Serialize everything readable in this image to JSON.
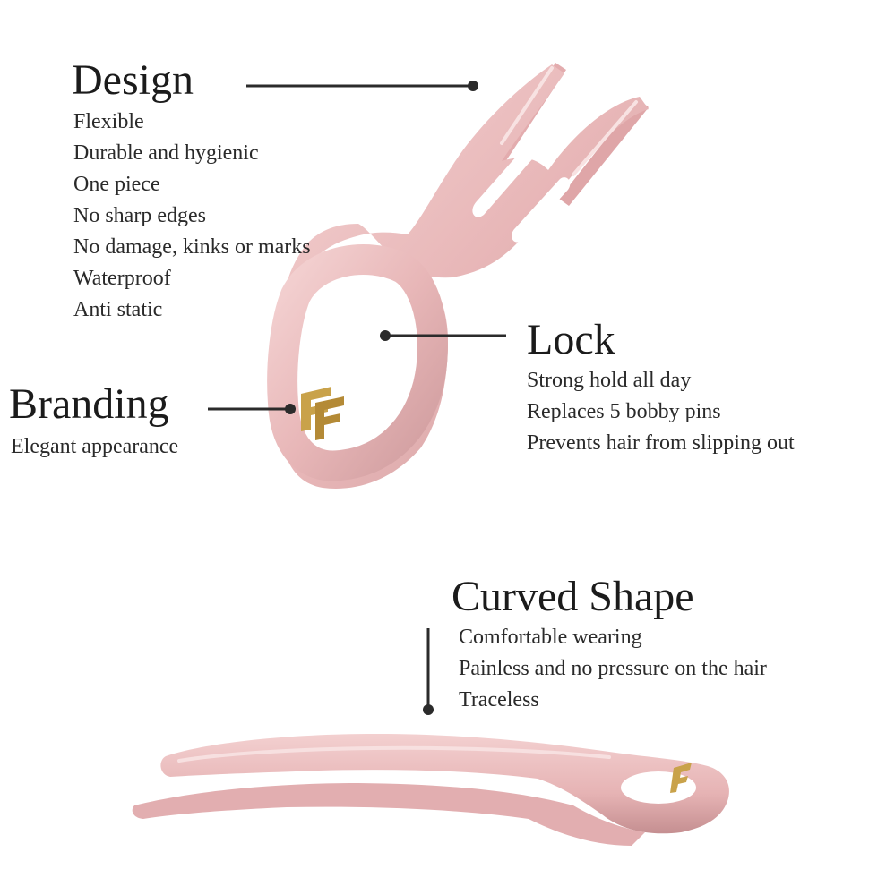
{
  "colors": {
    "pin_pink": "#e8b7b8",
    "pin_shadow": "#c99395",
    "pin_highlight": "#f6dcdc",
    "logo_gold": "#c9a24a",
    "leader_line": "#2b2b2b",
    "text": "#1f1f1f"
  },
  "design": {
    "title": "Design",
    "features": [
      "Flexible",
      "Durable and hygienic",
      "One piece",
      "No sharp edges",
      "No damage, kinks or marks",
      "Waterproof",
      "Anti static"
    ]
  },
  "lock": {
    "title": "Lock",
    "features": [
      "Strong hold all day",
      "Replaces 5 bobby pins",
      "Prevents hair from slipping out"
    ]
  },
  "branding": {
    "title": "Branding",
    "subtitle": "Elegant appearance",
    "logo_icon": "ff-monogram-logo-icon"
  },
  "curved_shape": {
    "title": "Curved Shape",
    "features": [
      "Comfortable wearing",
      "Painless and no pressure on the hair",
      "Traceless"
    ]
  }
}
